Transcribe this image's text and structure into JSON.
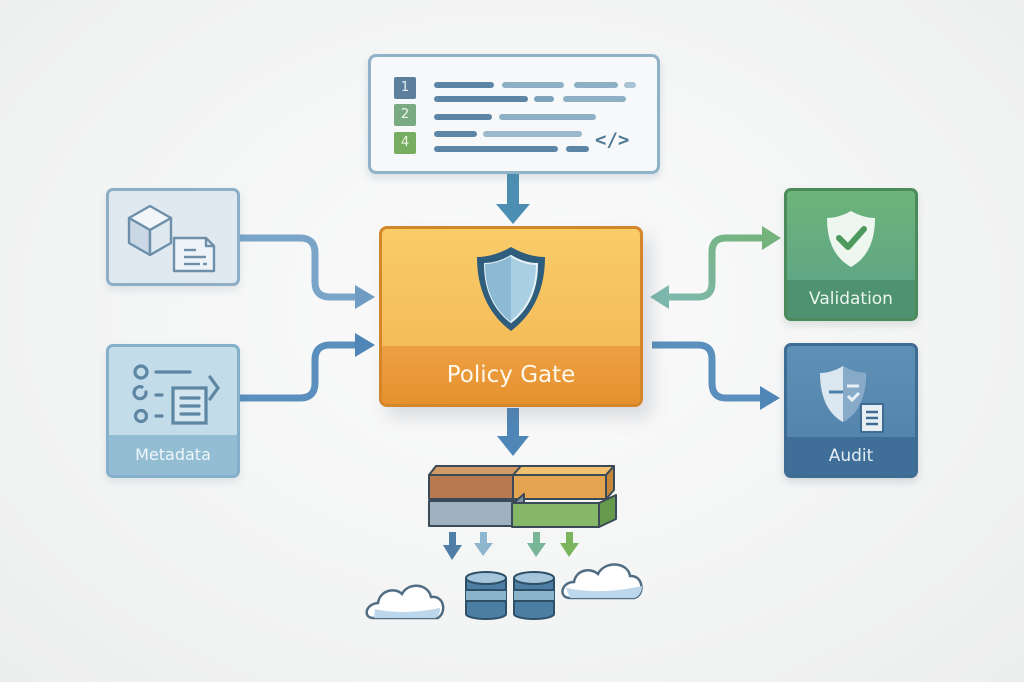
{
  "diagram": {
    "title": "Policy Gate data flow",
    "nodes": {
      "code_source": {
        "line_numbers": [
          "1",
          "2",
          "4"
        ],
        "icon": "code-icon",
        "code_glyph": "</>"
      },
      "package_source": {
        "icon": "package-document-icon"
      },
      "metadata": {
        "label": "Metadata",
        "icon": "checklist-document-icon"
      },
      "policy_gate": {
        "label": "Policy Gate",
        "icon": "shield-icon"
      },
      "validation": {
        "label": "Validation",
        "icon": "shield-check-icon"
      },
      "audit": {
        "label": "Audit",
        "icon": "shield-audit-icon"
      },
      "storage_blocks": {
        "icon": "storage-blocks-icon"
      },
      "databases": {
        "icon": "database-icon"
      },
      "clouds": {
        "icon": "cloud-icon"
      }
    },
    "edges": [
      {
        "from": "code_source",
        "to": "policy_gate"
      },
      {
        "from": "package_source",
        "to": "policy_gate"
      },
      {
        "from": "metadata",
        "to": "policy_gate"
      },
      {
        "from": "policy_gate",
        "to": "validation",
        "bidirectional": true
      },
      {
        "from": "policy_gate",
        "to": "audit"
      },
      {
        "from": "policy_gate",
        "to": "storage_blocks"
      },
      {
        "from": "storage_blocks",
        "to": "databases"
      }
    ],
    "colors": {
      "gate_top": "#f7c561",
      "gate_bottom": "#e8932f",
      "gate_border": "#d5872c",
      "validation": "#5ea46e",
      "audit": "#4f7fa6",
      "metadata": "#b9d6e6",
      "package": "#dfe8ef",
      "edge_blue": "#5d8fb8",
      "edge_green": "#6aaa88",
      "arrow_teal": "#4f93b5"
    }
  }
}
